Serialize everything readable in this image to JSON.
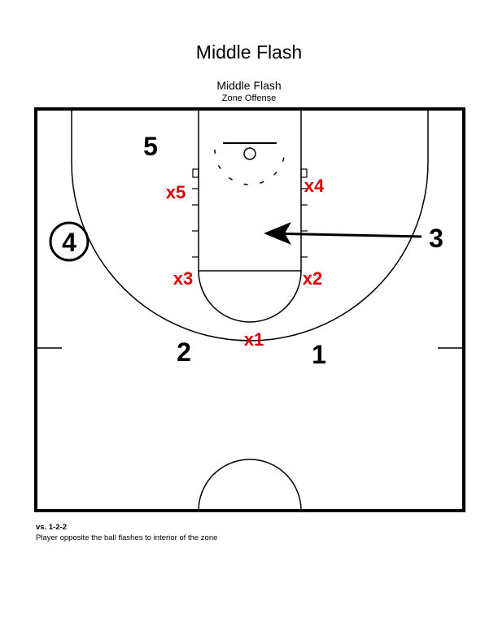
{
  "page_title": "Middle Flash",
  "diagram": {
    "title": "Middle Flash",
    "subtitle": "Zone Offense"
  },
  "offense": {
    "p1": "1",
    "p2": "2",
    "p3": "3",
    "p4": "4",
    "p5": "5"
  },
  "defense": {
    "x1": "x1",
    "x2": "x2",
    "x3": "x3",
    "x4": "x4",
    "x5": "x5"
  },
  "caption": {
    "vs": "vs. 1-2-2",
    "description": "Player opposite the ball flashes to interior of the zone"
  },
  "colors": {
    "offense": "#000000",
    "defense": "#e00000",
    "court_lines": "#000000"
  }
}
